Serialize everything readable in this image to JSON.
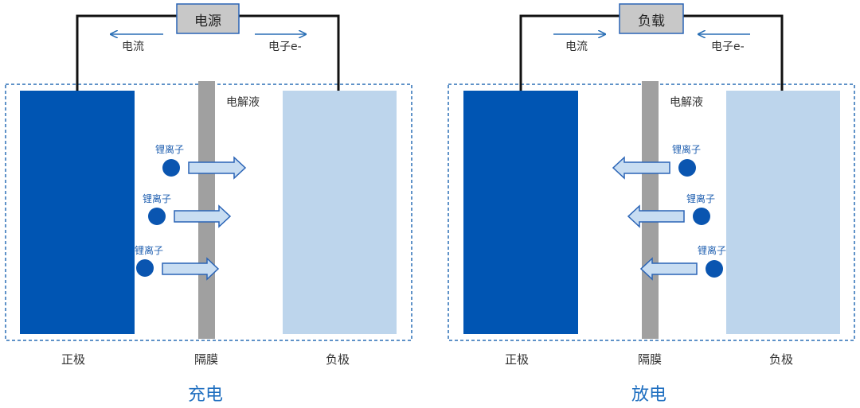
{
  "colors": {
    "positive_electrode": "#0055b3",
    "negative_electrode": "#bdd5ec",
    "separator": "#a0a0a0",
    "ion": "#0a55b0",
    "arrow_fill": "#c8ddf2",
    "arrow_stroke": "#2a64b6",
    "dashed_border": "#2a6fb5",
    "box_fill": "#c8c8c8",
    "box_stroke": "#2a64b6",
    "caption": "#1f6fc0"
  },
  "panels": [
    {
      "source_label": "电源",
      "current_label": "电流",
      "electron_label": "电子e-",
      "electrolyte_label": "电解液",
      "ion_label": "锂离子",
      "positive_label": "正极",
      "separator_label": "隔膜",
      "negative_label": "负极",
      "caption": "充电",
      "ion_direction": "right"
    },
    {
      "source_label": "负载",
      "current_label": "电流",
      "electron_label": "电子e-",
      "electrolyte_label": "电解液",
      "ion_label": "锂离子",
      "positive_label": "正极",
      "separator_label": "隔膜",
      "negative_label": "负极",
      "caption": "放电",
      "ion_direction": "left"
    }
  ]
}
